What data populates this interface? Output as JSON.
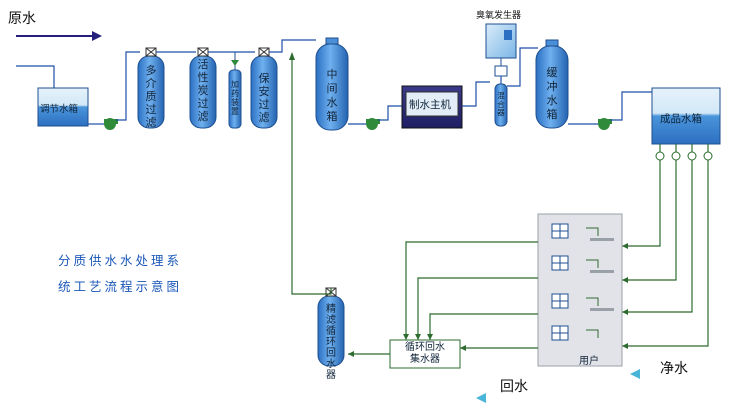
{
  "labels": {
    "raw_water": "原水",
    "ozone_generator": "臭氧发生器",
    "regulating_tank": "调节水箱",
    "multimedia_filter": "多介质过滤",
    "activated_carbon_filter": "活性炭过滤",
    "dosing_device": "加药装置",
    "security_filter": "保安过滤",
    "middle_tank": "中间水箱",
    "main_machine": "制水主机",
    "mixer": "混合器",
    "buffer_tank": "缓冲水箱",
    "product_tank": "成品水箱",
    "user": "用户",
    "pure_water": "净水",
    "return_water": "回水",
    "return_collector_line1": "循环回水",
    "return_collector_line2": "集水器",
    "fine_filter": "精滤循环回水器"
  },
  "title": {
    "line1": "分质供水水处理系",
    "line2": "统工艺流程示意图"
  },
  "colors": {
    "vessel_blue": "#3d86d8",
    "pipe_green": "#2d6b2f",
    "arrow_navy": "#231f7a",
    "arrow_cyan": "#48b4d8",
    "title_blue": "#1b57b8"
  }
}
